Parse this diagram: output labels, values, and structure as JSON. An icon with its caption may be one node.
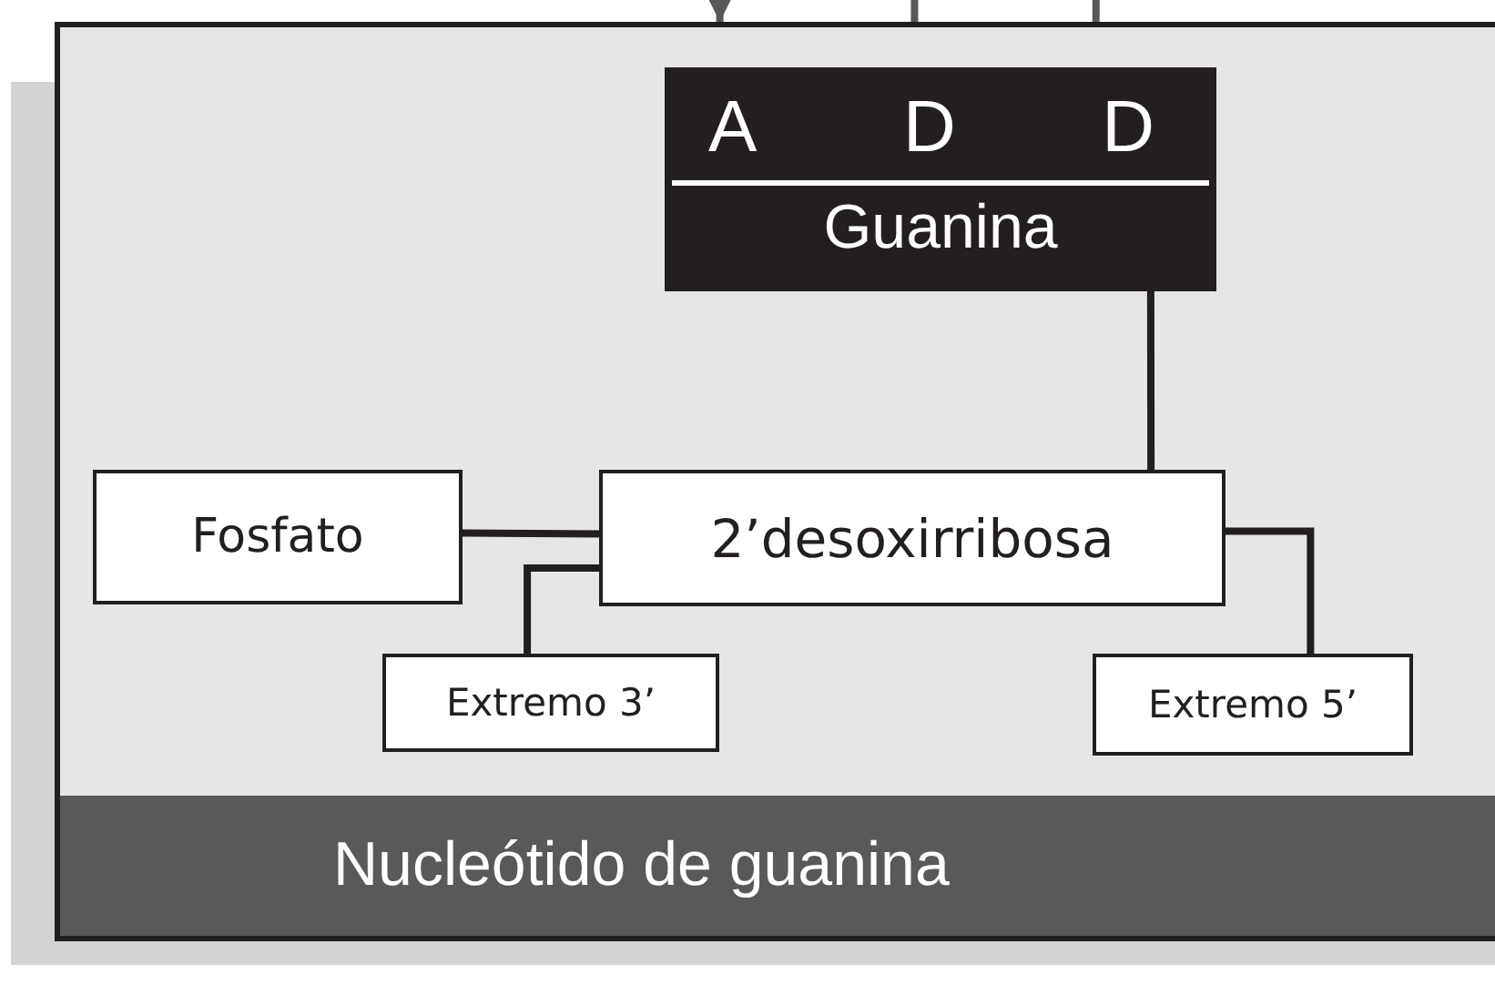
{
  "diagram": {
    "nodes": [
      {
        "text": [
          "Nucleótido de guanina"
        ]
      },
      {
        "text": [
          "A",
          "D",
          "D",
          "Guanina"
        ],
        "in": 0
      },
      {
        "text": [
          "Fosfato"
        ],
        "in": 0
      },
      {
        "text": [
          "2’desoxirribosa"
        ],
        "in": 0
      },
      {
        "text": [
          "Extremo 3’"
        ],
        "in": 0
      },
      {
        "text": [
          "Extremo 5’"
        ],
        "in": 0
      }
    ],
    "edges": [
      {
        "from": null,
        "to": 0,
        "arrow": "to"
      },
      {
        "from": 0,
        "to": null,
        "arrow": "none"
      },
      {
        "from": 0,
        "to": null,
        "arrow": "none"
      },
      {
        "from": 1,
        "to": 3,
        "arrow": "none"
      },
      {
        "from": 2,
        "to": 3,
        "arrow": "none"
      },
      {
        "from": 3,
        "to": 4,
        "arrow": "none"
      },
      {
        "from": 3,
        "to": 5,
        "arrow": "none"
      }
    ]
  }
}
